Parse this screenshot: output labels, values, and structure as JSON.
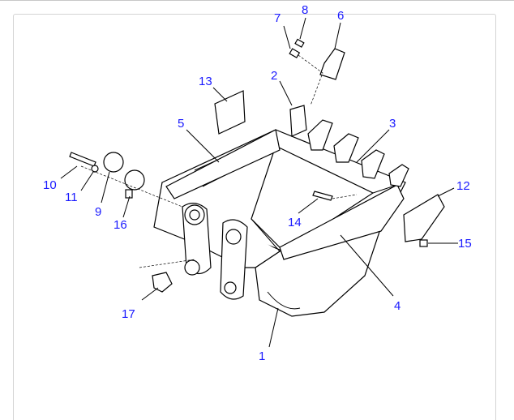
{
  "diagram": {
    "callouts": [
      "1",
      "2",
      "3",
      "4",
      "5",
      "6",
      "7",
      "8",
      "9",
      "10",
      "11",
      "12",
      "13",
      "14",
      "15",
      "16",
      "17"
    ],
    "label_color": "#1a1aff"
  }
}
